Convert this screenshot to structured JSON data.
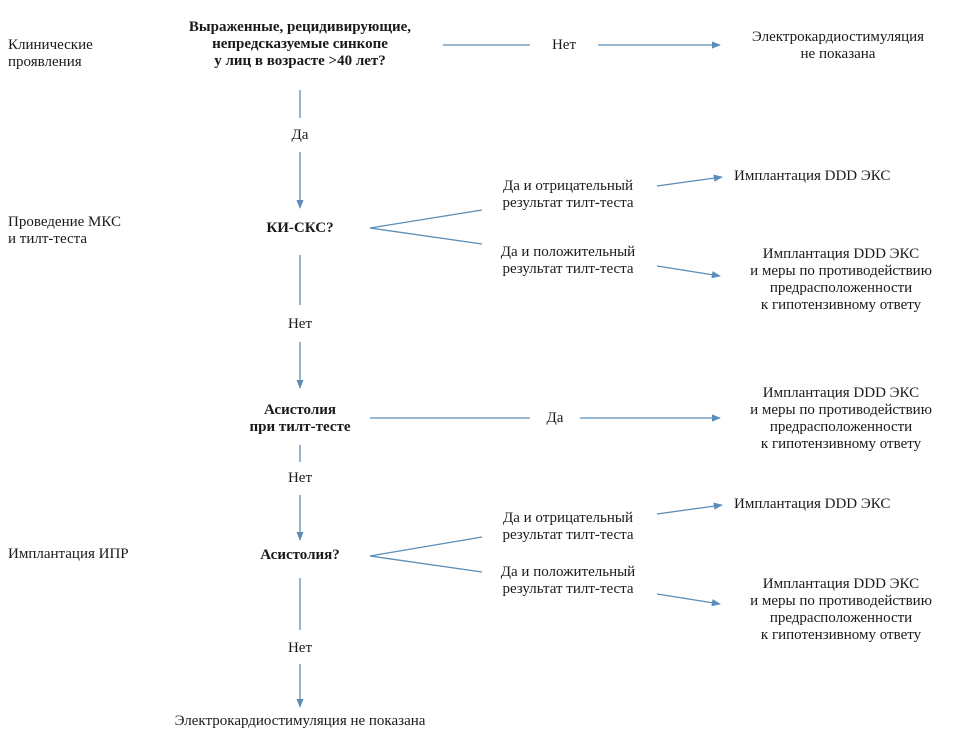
{
  "colors": {
    "arrow": "#5b8db8",
    "text": "#1a1a1a"
  },
  "stages": {
    "clinical": [
      "Клинические",
      "проявления"
    ],
    "mks": [
      "Проведение МКС",
      "и тилт-теста"
    ],
    "ipr": [
      "Имплантация ИПР"
    ]
  },
  "questions": {
    "q1": [
      "Выраженные, рецидивирующие,",
      "непредсказуемые синкопе",
      "у лиц в возрасте >40 лет?"
    ],
    "q2": [
      "КИ-СКС?"
    ],
    "q3": [
      "Асистолия",
      "при тилт-тесте"
    ],
    "q4": [
      "Асистолия?"
    ]
  },
  "labels": {
    "no1": "Нет",
    "yes1": "Да",
    "no2": "Нет",
    "yes3": "Да",
    "no3": "Нет",
    "no4": "Нет",
    "q2_neg": [
      "Да и отрицательный",
      "результат тилт-теста"
    ],
    "q2_pos": [
      "Да и положительный",
      "результат тилт-теста"
    ],
    "q4_neg": [
      "Да и отрицательный",
      "результат тилт-теста"
    ],
    "q4_pos": [
      "Да и положительный",
      "результат тилт-теста"
    ]
  },
  "outcomes": {
    "o1": [
      "Электрокардиостимуляция",
      "не показана"
    ],
    "o2": [
      "Имплантация DDD ЭКС"
    ],
    "o3": [
      "Имплантация DDD ЭКС",
      "и меры по противодействию",
      "предрасположенности",
      "к гипотензивному ответу"
    ],
    "o4": [
      "Имплантация DDD ЭКС",
      "и меры по противодействию",
      "предрасположенности",
      "к гипотензивному ответу"
    ],
    "o5": [
      "Имплантация DDD ЭКС"
    ],
    "o6": [
      "Имплантация DDD ЭКС",
      "и меры по противодействию",
      "предрасположенности",
      "к гипотензивному ответу"
    ],
    "final": "Электрокардиостимуляция не показана"
  }
}
